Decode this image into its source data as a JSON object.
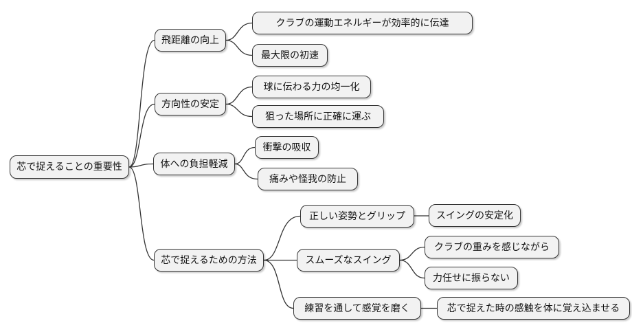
{
  "mindmap": {
    "root": {
      "label": "芯で捉えることの重要性"
    },
    "branches": [
      {
        "label": "飛距離の向上",
        "children": [
          {
            "label": "クラブの運動エネルギーが効率的に伝達"
          },
          {
            "label": "最大限の初速"
          }
        ]
      },
      {
        "label": "方向性の安定",
        "children": [
          {
            "label": "球に伝わる力の均一化"
          },
          {
            "label": "狙った場所に正確に運ぶ"
          }
        ]
      },
      {
        "label": "体への負担軽減",
        "children": [
          {
            "label": "衝撃の吸収"
          },
          {
            "label": "痛みや怪我の防止"
          }
        ]
      },
      {
        "label": "芯で捉えるための方法",
        "children": [
          {
            "label": "正しい姿勢とグリップ",
            "children": [
              {
                "label": "スイングの安定化"
              }
            ]
          },
          {
            "label": "スムーズなスイング",
            "children": [
              {
                "label": "クラブの重みを感じながら"
              },
              {
                "label": "力任せに振らない"
              }
            ]
          },
          {
            "label": "練習を通して感覚を磨く",
            "children": [
              {
                "label": "芯で捉えた時の感触を体に覚え込ませる"
              }
            ]
          }
        ]
      }
    ],
    "colors": {
      "background": "#ffffff",
      "node_fill": "#f2f2f2",
      "node_border": "#333333",
      "edge": "#333333",
      "text": "#111111"
    }
  }
}
